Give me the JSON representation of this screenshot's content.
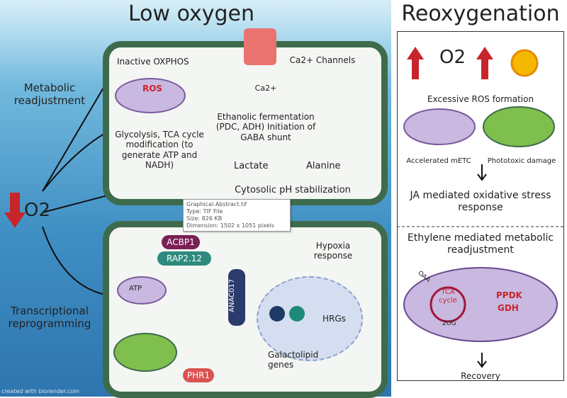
{
  "headers": {
    "left": "Low oxygen",
    "right": "Reoxygenation"
  },
  "left_labels": {
    "metabolic": "Metabolic readjustment",
    "transcriptional": "Transcriptional reprogramming",
    "o2": "O2"
  },
  "upper_cell": {
    "inactive_oxphos": "Inactive OXPHOS",
    "ros": "ROS",
    "ca_channels": "Ca2+ Channels",
    "ca": "Ca2+",
    "fermentation": "Ethanolic fermentation (PDC, ADH) Initiation of GABA shunt",
    "lactate": "Lactate",
    "alanine": "Alanine",
    "glycolysis": "Glycolysis, TCA cycle modification (to generate ATP and NADH)",
    "ph": "Cytosolic pH stabilization"
  },
  "lower_cell": {
    "acbp1": "ACBP1",
    "rap212": "RAP2.12",
    "atp": "ATP",
    "anac017": "ANAC017",
    "hypoxia": "Hypoxia response",
    "hrgs": "HRGs",
    "phr1": "PHR1",
    "galactolipid": "Galactolipid genes"
  },
  "tooltip": {
    "name": "Graphical Abstract.tif",
    "type": "Type: TIF File",
    "size": "Size: 826 KB",
    "dimension": "Dimension: 1502 x 1051 pixels"
  },
  "right_panel": {
    "o2": "O2",
    "excessive_ros": "Excessive ROS formation",
    "accelerated": "Accelerated mETC",
    "phototoxic": "Phototoxic damage",
    "ja": "JA mediated oxidative stress response",
    "ethylene": "Ethylene mediated metabolic readjustment",
    "oaa": "OAA",
    "tca": "TCA cycle",
    "og": "2OG",
    "ppdk": "PPDK",
    "gdh": "GDH",
    "recovery": "Recovery"
  },
  "watermark": "created with biorender.com",
  "colors": {
    "arrow_red": "#c8252b",
    "cell_border": "#3e6b4b",
    "mito": "#c9b8e0"
  }
}
